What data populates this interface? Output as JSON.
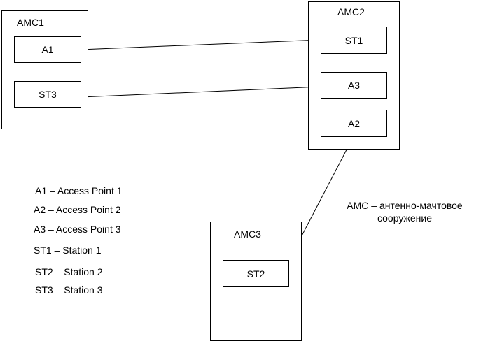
{
  "structures": {
    "amc1": {
      "title": "AMC1",
      "nodes": {
        "a1": "A1",
        "st3": "ST3"
      }
    },
    "amc2": {
      "title": "AMC2",
      "nodes": {
        "st1": "ST1",
        "a3": "A3",
        "a2": "A2"
      }
    },
    "amc3": {
      "title": "AMC3",
      "nodes": {
        "st2": "ST2"
      }
    }
  },
  "links": [
    {
      "from": "A1",
      "to": "ST1"
    },
    {
      "from": "ST3",
      "to": "A3"
    },
    {
      "from": "A2",
      "to": "ST2"
    }
  ],
  "legend": [
    "A1 – Access Point 1",
    "A2 – Access Point 2",
    "A3 – Access Point 3",
    "ST1 – Station 1",
    "ST2 – Station 2",
    "ST3 – Station 3"
  ],
  "note": {
    "line1": "AMC – антенно-мачтовое",
    "line2": "сооружение"
  }
}
